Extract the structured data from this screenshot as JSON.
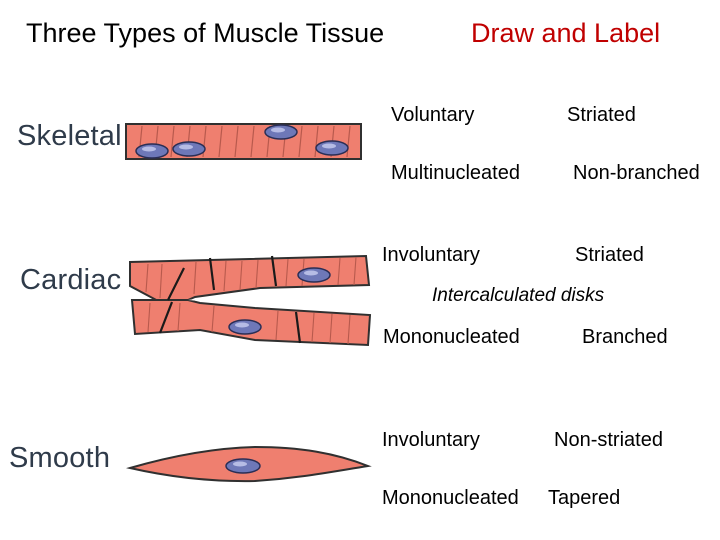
{
  "header": {
    "title": "Three Types of Muscle Tissue",
    "subtitle": "Draw and Label",
    "subtitle_color": "#c00000"
  },
  "colors": {
    "fiber_fill": "#ef7f6f",
    "fiber_stroke": "#303030",
    "nucleus_fill": "#6e78b8",
    "nucleus_highlight": "#c8cdf0"
  },
  "muscles": [
    {
      "id": "skeletal",
      "name": "Skeletal",
      "facts": [
        "Voluntary",
        "Striated",
        "Multinucleated",
        "Non-branched"
      ]
    },
    {
      "id": "cardiac",
      "name": "Cardiac",
      "facts": [
        "Involuntary",
        "Striated",
        "Mononucleated",
        "Branched"
      ],
      "note": "Intercalculated disks"
    },
    {
      "id": "smooth",
      "name": "Smooth",
      "facts": [
        "Involuntary",
        "Non-striated",
        "Mononucleated",
        "Tapered"
      ]
    }
  ]
}
